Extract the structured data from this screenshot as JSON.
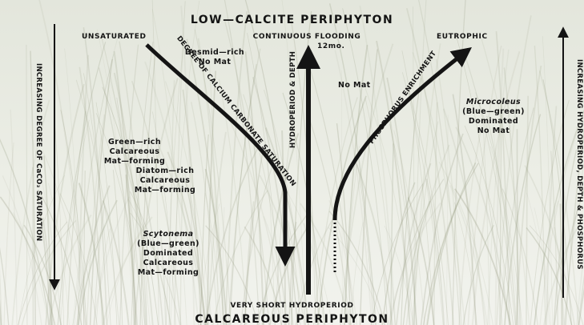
{
  "title_top": "LOW—CALCITE PERIPHYTON",
  "title_bottom": "CALCAREOUS PERIPHYTON",
  "subtitle_bottom": "VERY SHORT HYDROPERIOD",
  "header_left": "UNSATURATED",
  "header_center": "CONTINUOUS FLOODING",
  "header_center_sub": "12mo.",
  "header_right": "EUTROPHIC",
  "left_side_axis": "INCREASING DEGREE OF CaCO₃ SATURATION",
  "right_side_axis": "INCREASING HYDROPERIOD, DEPTH & PHOSPHORUS",
  "curve_left_label": "DEGREE OF CALCIUM CARBONATE SATURATION",
  "center_axis_label": "HYDROPERIOD & DEPTH",
  "curve_right_label": "PHOSPHORUS ENRICHMENT",
  "labels": {
    "desmid": [
      "Desmid—rich",
      "No Mat"
    ],
    "no_mat": "No Mat",
    "microcoleus": [
      "Microcoleus",
      "(Blue—green)",
      "Dominated",
      "No Mat"
    ],
    "green_rich": [
      "Green—rich",
      "Calcareous",
      "Mat—forming"
    ],
    "diatom_rich": [
      "Diatom—rich",
      "Calcareous",
      "Mat—forming"
    ],
    "scytonema": [
      "Scytonema",
      "(Blue—green)",
      "Dominated",
      "Calcareous",
      "Mat—forming"
    ]
  },
  "colors": {
    "ink": "#141414",
    "background": "#e9ebe2",
    "grass": "#9aa087"
  }
}
